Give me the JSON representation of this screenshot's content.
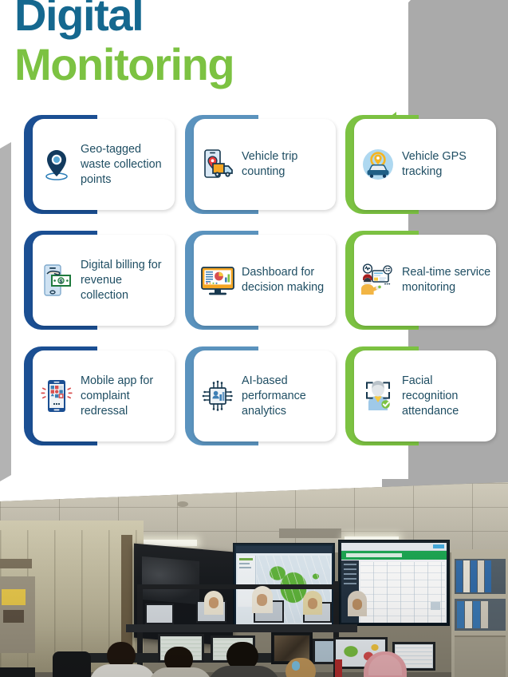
{
  "title": {
    "line1": "Digital",
    "line2": "Monitoring"
  },
  "colors": {
    "title_blue": "#15688f",
    "title_green": "#7cc242",
    "bracket_navy": "#1b4f93",
    "bracket_steel": "#5b93be",
    "bracket_green": "#7cc242",
    "card_text": "#1f4e63",
    "background_gray": "#aaaaaa",
    "card_background": "#ffffff"
  },
  "cards": [
    {
      "label": "Geo-tagged waste collection points",
      "icon": "map-pin-icon",
      "accent": "navy",
      "row": 0,
      "column": 0
    },
    {
      "label": "Vehicle trip counting",
      "icon": "truck-with-phone-pin-icon",
      "accent": "steel",
      "row": 0,
      "column": 1
    },
    {
      "label": "Vehicle GPS tracking",
      "icon": "car-gps-icon",
      "accent": "green",
      "row": 0,
      "column": 2
    },
    {
      "label": "Digital billing for revenue collection",
      "icon": "phone-cash-payment-icon",
      "accent": "navy",
      "row": 1,
      "column": 0
    },
    {
      "label": "Dashboard for decision making",
      "icon": "monitor-pie-chart-icon",
      "accent": "steel",
      "row": 1,
      "column": 1
    },
    {
      "label": "Real-time service monitoring",
      "icon": "operator-dashboard-icon",
      "accent": "green",
      "row": 1,
      "column": 2
    },
    {
      "label": "Mobile app for complaint redressal",
      "icon": "vibrating-smartphone-apps-icon",
      "accent": "navy",
      "row": 2,
      "column": 0
    },
    {
      "label": "AI-based performance analytics",
      "icon": "microchip-analytics-icon",
      "accent": "steel",
      "row": 2,
      "column": 1
    },
    {
      "label": "Facial recognition attendance",
      "icon": "face-scan-person-icon",
      "accent": "green",
      "row": 2,
      "column": 2
    }
  ],
  "photo": {
    "description": "Control room with operators seated at workstations facing large wall-mounted monitors displaying a green GIS map and a web dashboard",
    "alt": "Digital monitoring control room"
  }
}
